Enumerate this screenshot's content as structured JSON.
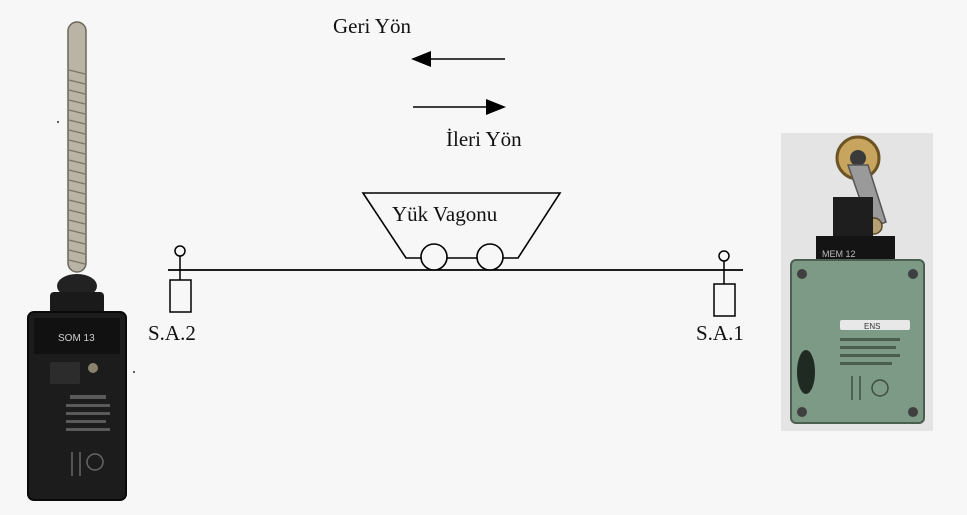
{
  "labels": {
    "backward": "Geri Yön",
    "forward": "İleri Yön",
    "wagon": "Yük Vagonu",
    "switch_left": "S.A.2",
    "switch_right": "S.A.1"
  },
  "devices": {
    "left_switch_marking": "SOM 13",
    "right_switch_marking": "MEM 12",
    "right_switch_brand": "ENS"
  },
  "colors": {
    "background": "#f7f7f7",
    "line": "#000000",
    "left_device_body": "#1c1c1c",
    "right_device_body": "#7d9a86"
  }
}
